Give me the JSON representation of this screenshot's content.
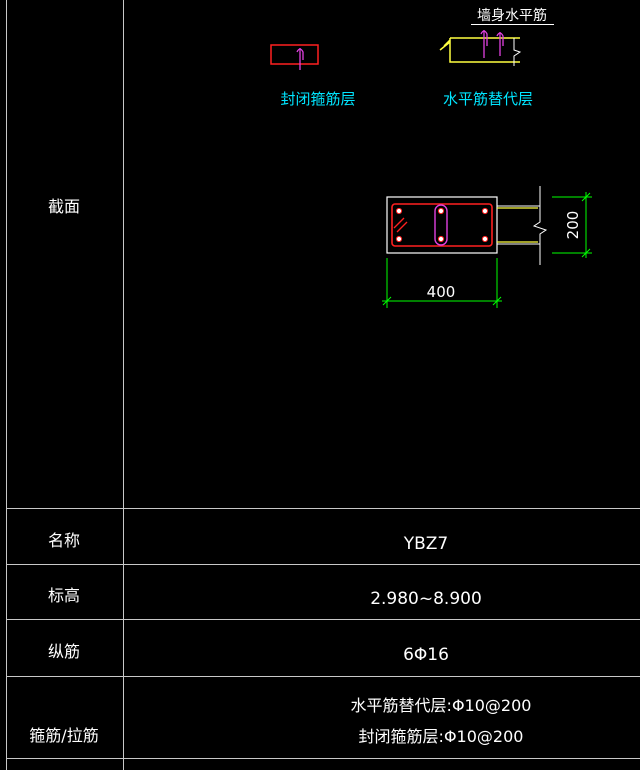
{
  "rows": {
    "section_label": "截面",
    "name_label": "名称",
    "name_value": "YBZ7",
    "elevation_label": "标高",
    "elevation_value": "2.980~8.900",
    "longitudinal_label": "纵筋",
    "longitudinal_value": "6Φ16",
    "stirrup_label": "箍筋/拉筋",
    "stirrup_value_1": "水平筋替代层:Φ10@200",
    "stirrup_value_2": "封闭箍筋层:Φ10@200"
  },
  "legend": {
    "wall_horizontal_bar": "墙身水平筋",
    "closed_stirrup_layer": "封闭箍筋层",
    "horizontal_bar_replace_layer": "水平筋替代层"
  },
  "dimensions": {
    "width": "400",
    "height": "200"
  },
  "colors": {
    "background": "#000000",
    "grid": "#c8c8c8",
    "label_text": "#ffffff",
    "cyan_text": "#00e5ff",
    "rebar_red": "#ff2020",
    "tie_magenta": "#e040e0",
    "dim_green": "#00ff00",
    "concrete_outline": "#ffffff",
    "horizontal_bar_yellow": "#ffff40"
  }
}
